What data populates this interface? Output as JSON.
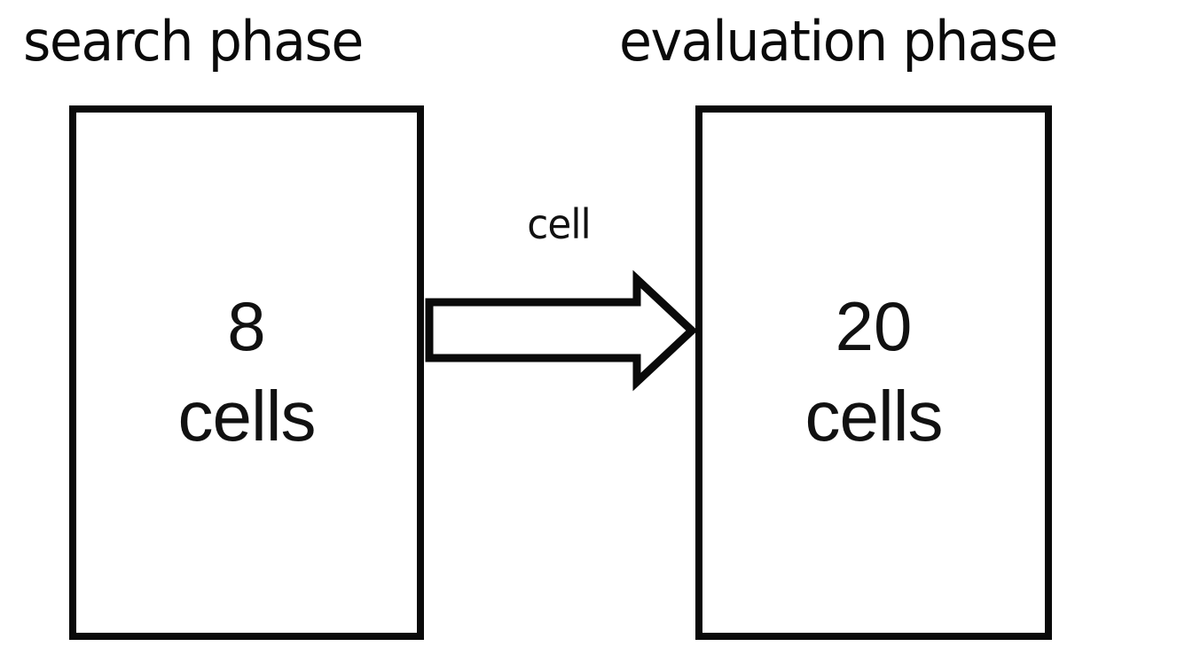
{
  "diagram": {
    "title_left": "search phase",
    "title_right": "evaluation phase",
    "arrow_label": "cell",
    "colors": {
      "stroke": "#0a0a0a",
      "fill": "#ffffff",
      "text": "#111111"
    },
    "phases": [
      {
        "id": "search",
        "title": "search phase",
        "count": "8",
        "unit": "cells"
      },
      {
        "id": "evaluation",
        "title": "evaluation phase",
        "count": "20",
        "unit": "cells"
      }
    ],
    "flow": {
      "from": "search",
      "to": "evaluation",
      "label": "cell",
      "direction": "right",
      "style": "hollow-block-arrow"
    }
  }
}
